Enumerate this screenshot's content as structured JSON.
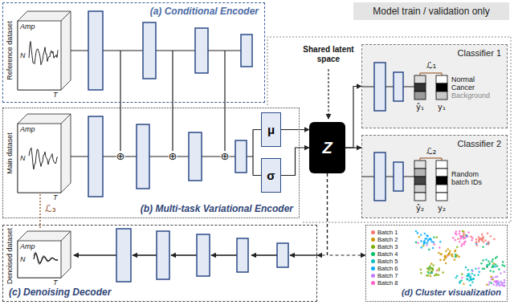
{
  "diagram": {
    "nodes": [
      {
        "text": [
          "Model train / validation only"
        ]
      },
      {
        "text": [
          "(a) Conditional Encoder"
        ]
      },
      {
        "text": [
          "(b) Multi-task Variational Encoder"
        ]
      },
      {
        "text": [
          "μ"
        ],
        "in": 2
      },
      {
        "text": [
          "σ"
        ],
        "in": 2
      },
      {
        "text": [
          "Z"
        ]
      },
      {
        "text": [
          "Classifier 1"
        ]
      },
      {
        "text": [
          "Classifier 2"
        ]
      },
      {
        "text": [
          "(c) Denoising Decoder"
        ]
      },
      {
        "text": [
          "(d) Cluster visualization"
        ]
      }
    ],
    "edges": [
      {
        "from": 3,
        "to": 5,
        "arrow": "to"
      },
      {
        "from": 4,
        "to": 5,
        "arrow": "to"
      },
      {
        "from": 5,
        "to": 6,
        "arrow": "to"
      },
      {
        "from": 5,
        "to": 7,
        "arrow": "to"
      },
      {
        "from": 5,
        "to": 8,
        "arrow": "to"
      },
      {
        "from": 5,
        "to": 9,
        "arrow": "to"
      }
    ],
    "labels": [
      "Amp",
      "N",
      "T",
      "Reference dataset",
      "Amp",
      "N",
      "T",
      "Main dataset",
      "⊕",
      "⊕",
      "⊕",
      "Shared latent space",
      "ℒ₁",
      "ŷ₁",
      "y₁",
      "Normal",
      "Cancer",
      "Background",
      "ℒ₂",
      "ŷ₂",
      "y₂",
      "Random batch IDs",
      "ℒ₃",
      "Amp",
      "N",
      "T",
      "Denoised dataset"
    ],
    "legend": [
      {
        "text": "Batch 1",
        "color": "#F8766D"
      },
      {
        "text": "Batch 2",
        "color": "#CD9600"
      },
      {
        "text": "Batch 3",
        "color": "#7CAE00"
      },
      {
        "text": "Batch 4",
        "color": "#00BE67"
      },
      {
        "text": "Batch 5",
        "color": "#00BFC4"
      },
      {
        "text": "Batch 6",
        "color": "#00A9FF"
      },
      {
        "text": "Batch 7",
        "color": "#C77CFF"
      },
      {
        "text": "Batch 8",
        "color": "#FF61CC"
      }
    ]
  }
}
